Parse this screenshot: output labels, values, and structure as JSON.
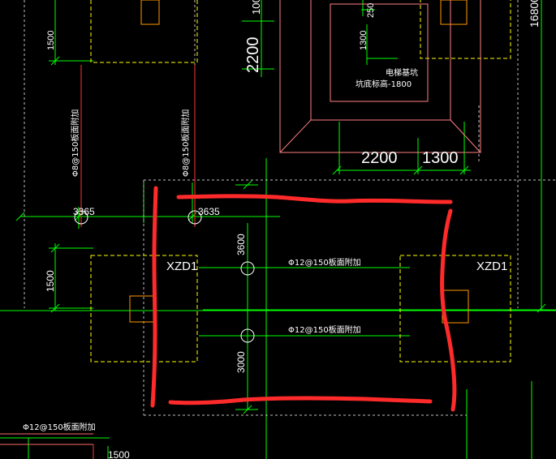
{
  "drawing": {
    "background": "#000000",
    "colors": {
      "dimension": "#00ff00",
      "foundation": "#ffff00",
      "column": "#ff9900",
      "pit": "#ff8080",
      "axis": "#ff3333",
      "rebar": "#ff6666",
      "markup": "#ff2a2a",
      "text": "#ffffff",
      "hidden": "#c0c0c0"
    },
    "dimensions": {
      "top_left_1500": "1500",
      "top_100": "100",
      "pit_2200_vertical": "2200",
      "pit_250": "250",
      "pit_1300_vertical": "1300",
      "right_16800": "16800",
      "bottom_2200": "2200",
      "bottom_1300": "1300",
      "span_3365": "3365",
      "span_3635": "3635",
      "mid_3600": "3600",
      "mid_3000": "3000",
      "left_1500": "1500",
      "bottom_left_1500": "1500"
    },
    "notes": {
      "pit_name": "电梯基坑",
      "pit_level": "坑底标高-1800",
      "rebar_vertical_1": "Φ8@150板面附加",
      "rebar_vertical_2": "Φ8@150板面附加",
      "rebar_horizontal_1": "Φ12@150板面附加",
      "rebar_horizontal_2": "Φ12@150板面附加",
      "rebar_bottom_left": "Φ12@150板面附加"
    },
    "foundation_labels": {
      "left": "XZD1",
      "right": "XZD1"
    },
    "icons": {
      "markup_rectangle": "freehand-red-rectangle",
      "axis_bubble": "axis-circle"
    }
  }
}
